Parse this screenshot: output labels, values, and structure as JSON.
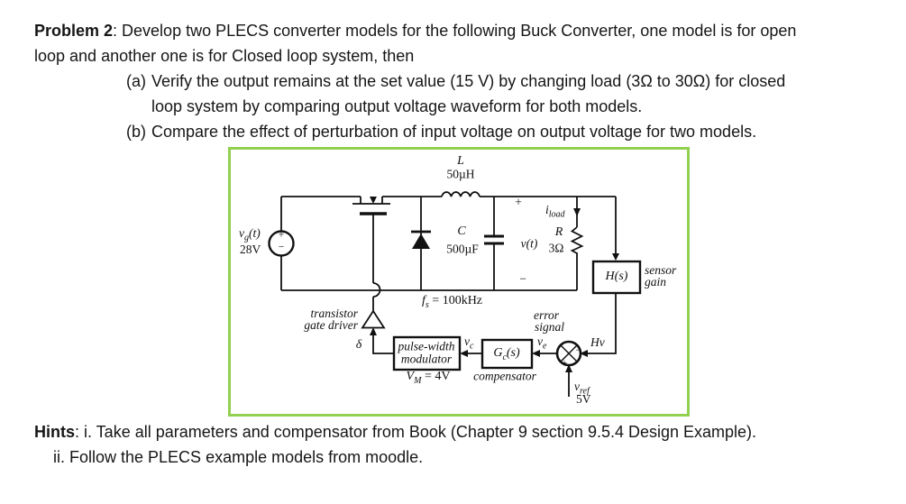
{
  "problem": {
    "label": "Problem 2",
    "intro_rest": ": Develop two PLECS converter models for the following Buck Converter, one model is for open",
    "intro_line2": "loop and another one is for Closed loop system, then",
    "item_a": {
      "marker": "(a)",
      "line1": "Verify the output remains at the set value (15 V) by changing load (3Ω to 30Ω) for closed",
      "line2": "loop system by comparing output voltage waveform for both models."
    },
    "item_b": {
      "marker": "(b)",
      "line1": "Compare the effect of perturbation of input voltage on output voltage for two models."
    }
  },
  "figure": {
    "border_color": "#92d050",
    "source": {
      "name_pre": "v",
      "name_sub": "g",
      "name_post": "(t)",
      "value": "28V",
      "plus": "+",
      "minus": "−"
    },
    "inductor": {
      "symbol": "L",
      "value": "50µH"
    },
    "capacitor": {
      "symbol": "C",
      "value": "500µF"
    },
    "output": {
      "plus": "+",
      "vt": "v(t)",
      "minus": "−"
    },
    "load": {
      "i_pre": "i",
      "i_sub": "load",
      "r": "R",
      "r_value": "3Ω"
    },
    "sensor": {
      "box": "H(s)",
      "caption1": "sensor",
      "caption2": "gain"
    },
    "switching": {
      "fs_pre": "f",
      "fs_sub": "s",
      "fs_post": " = 100kHz"
    },
    "driver": {
      "caption1": "transistor",
      "caption2": "gate driver",
      "delta": "δ"
    },
    "pwm": {
      "line1": "pulse-width",
      "line2": "modulator",
      "vm_pre": "V",
      "vm_sub": "M",
      "vm_post": " = 4V"
    },
    "compensator": {
      "g_pre": "G",
      "g_sub": "c",
      "g_post": "(s)",
      "caption": "compensator"
    },
    "signals": {
      "vc_pre": "v",
      "vc_sub": "c",
      "ve_pre": "v",
      "ve_sub": "e",
      "error1": "error",
      "error2": "signal",
      "hv": "Hv",
      "vref_pre": "v",
      "vref_sub": "ref",
      "vref_value": "5V",
      "sum_plus": "+",
      "sum_minus": "−"
    }
  },
  "hints": {
    "label": "Hints",
    "line1_rest": ": i. Take all parameters and compensator from Book (Chapter 9 section 9.5.4 Design Example).",
    "line2": "ii. Follow the PLECS example models from moodle."
  }
}
